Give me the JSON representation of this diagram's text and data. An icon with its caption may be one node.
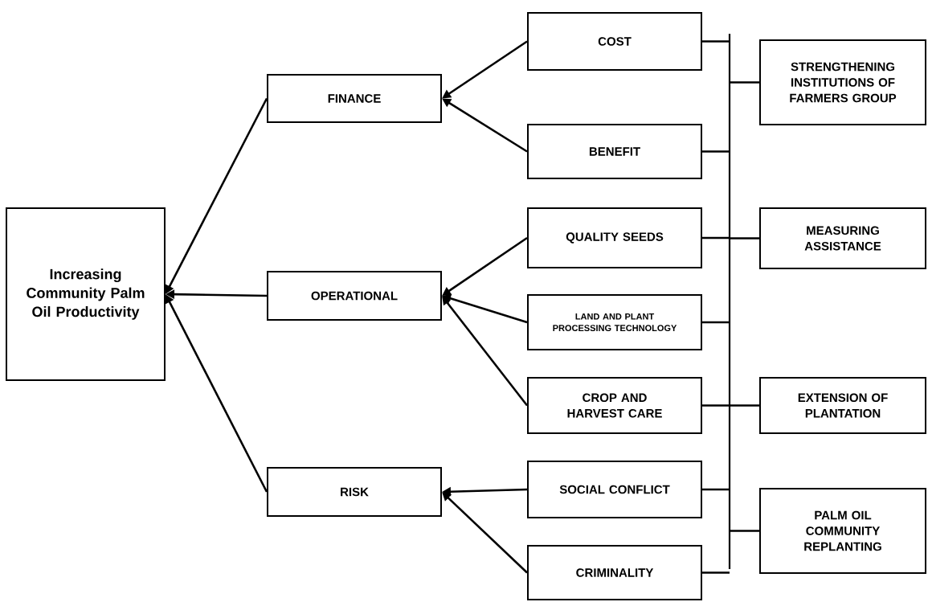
{
  "diagram": {
    "nodes": [
      {
        "text": [
          "Increasing Community Palm Oil Productivity"
        ]
      },
      {
        "text": [
          "FINANCE"
        ]
      },
      {
        "text": [
          "OPERATIONAL"
        ]
      },
      {
        "text": [
          "RISK"
        ]
      },
      {
        "text": [
          "COST"
        ]
      },
      {
        "text": [
          "BENEFIT"
        ]
      },
      {
        "text": [
          "QUALITY SEEDS"
        ]
      },
      {
        "text": [
          "LAND AND PLANT PROCESSING TECHNOLOGY"
        ]
      },
      {
        "text": [
          "CROP AND HARVEST CARE"
        ]
      },
      {
        "text": [
          "SOCIAL CONFLICT"
        ]
      },
      {
        "text": [
          "CRIMINALITY"
        ]
      },
      {
        "text": [],
        "shape": "bar"
      },
      {
        "text": [
          "STRENGTHENING INSTITUTIONS OF FARMERS GROUP"
        ]
      },
      {
        "text": [
          "MEASURING ASSISTANCE"
        ]
      },
      {
        "text": [
          "EXTENSION OF PLANTATION"
        ]
      },
      {
        "text": [
          "PALM OIL COMMUNITY REPLANTING"
        ]
      }
    ],
    "edges": [
      {
        "from": 1,
        "to": 0,
        "arrow": "to"
      },
      {
        "from": 2,
        "to": 0,
        "arrow": "to"
      },
      {
        "from": 3,
        "to": 0,
        "arrow": "to"
      },
      {
        "from": 4,
        "to": 1,
        "arrow": "to"
      },
      {
        "from": 5,
        "to": 1,
        "arrow": "to"
      },
      {
        "from": 6,
        "to": 2,
        "arrow": "to"
      },
      {
        "from": 7,
        "to": 2,
        "arrow": "to"
      },
      {
        "from": 8,
        "to": 2,
        "arrow": "to"
      },
      {
        "from": 9,
        "to": 3,
        "arrow": "to"
      },
      {
        "from": 10,
        "to": 3,
        "arrow": "to"
      },
      {
        "from": 4,
        "to": 11,
        "arrow": "none"
      },
      {
        "from": 5,
        "to": 11,
        "arrow": "none"
      },
      {
        "from": 6,
        "to": 11,
        "arrow": "none"
      },
      {
        "from": 7,
        "to": 11,
        "arrow": "none"
      },
      {
        "from": 8,
        "to": 11,
        "arrow": "none"
      },
      {
        "from": 9,
        "to": 11,
        "arrow": "none"
      },
      {
        "from": 10,
        "to": 11,
        "arrow": "none"
      },
      {
        "from": 11,
        "to": 12,
        "arrow": "none"
      },
      {
        "from": 11,
        "to": 13,
        "arrow": "none"
      },
      {
        "from": 11,
        "to": 14,
        "arrow": "none"
      },
      {
        "from": 11,
        "to": 15,
        "arrow": "none"
      }
    ]
  }
}
